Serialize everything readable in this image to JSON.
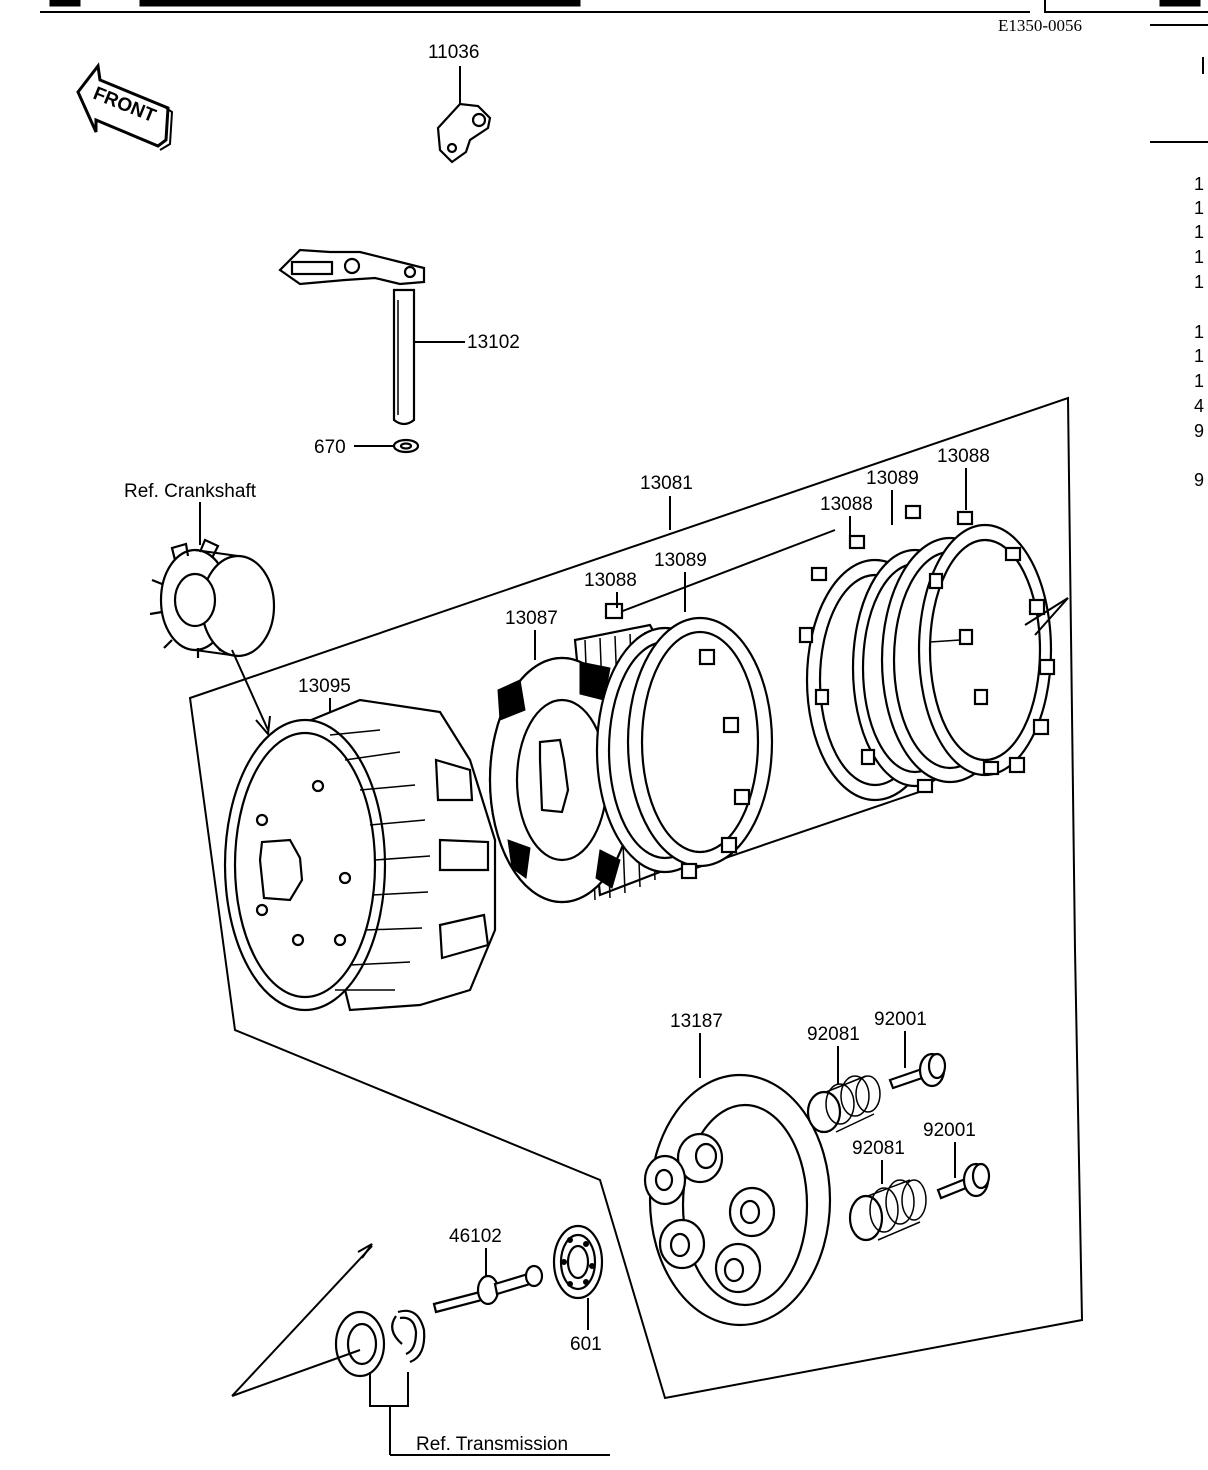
{
  "diagram_code": "E1350-0056",
  "front_sign": "FRONT",
  "part_numbers": {
    "p11036": "11036",
    "p13102": "13102",
    "p670": "670",
    "p13081": "13081",
    "p13088_a": "13088",
    "p13089_a": "13089",
    "p13088_b": "13088",
    "p13089_b": "13089",
    "p13088_c": "13088",
    "p13087": "13087",
    "p13095": "13095",
    "p13187": "13187",
    "p92081_a": "92081",
    "p92001_a": "92001",
    "p92081_b": "92081",
    "p92001_b": "92001",
    "p46102": "46102",
    "p601": "601"
  },
  "references": {
    "crankshaft": "Ref. Crankshaft",
    "transmission": "Ref. Transmission"
  },
  "side_column": [
    "1",
    "1",
    "1",
    "1",
    "1",
    "1",
    "1",
    "1",
    "4",
    "9",
    "9"
  ]
}
